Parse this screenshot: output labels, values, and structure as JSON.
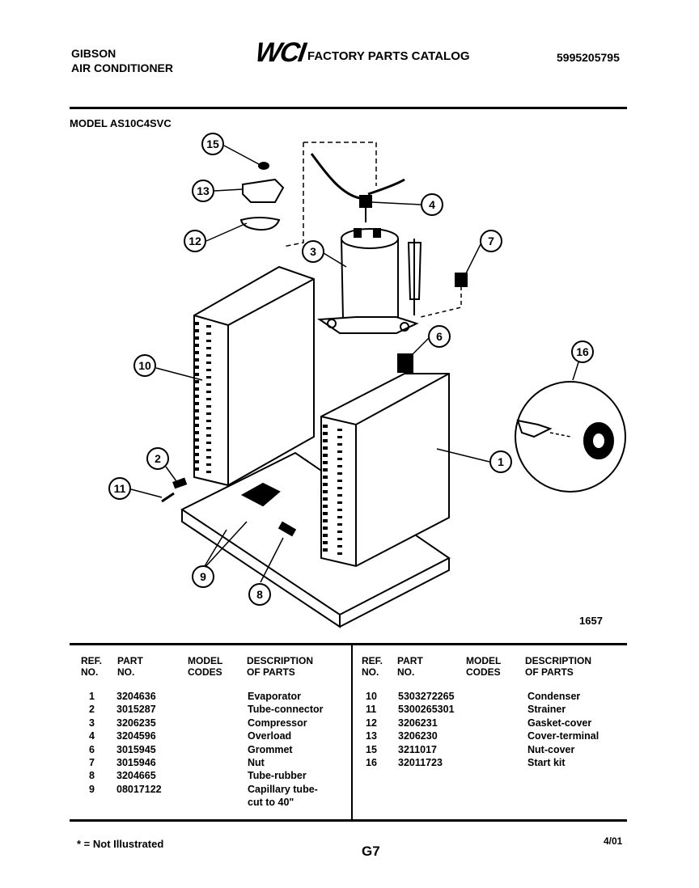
{
  "header": {
    "brand_line1": "GIBSON",
    "brand_line2": "AIR CONDITIONER",
    "logo": "WCI",
    "catalog_title": "FACTORY PARTS CATALOG",
    "catalog_number": "5995205795",
    "model": "MODEL AS10C4SVC"
  },
  "diagram": {
    "callouts": [
      "15",
      "13",
      "12",
      "4",
      "3",
      "7",
      "10",
      "6",
      "16",
      "2",
      "11",
      "1",
      "9",
      "8"
    ],
    "drawing_number": "1657"
  },
  "table": {
    "headers": {
      "ref_1": "REF.",
      "ref_2": "NO.",
      "part_1": "PART",
      "part_2": "NO.",
      "model_1": "MODEL",
      "model_2": "CODES",
      "desc_1": "DESCRIPTION",
      "desc_2": "OF PARTS"
    },
    "left_rows": [
      {
        "ref": "1",
        "part": "3204636",
        "desc": "Evaporator"
      },
      {
        "ref": "2",
        "part": "3015287",
        "desc": "Tube-connector"
      },
      {
        "ref": "3",
        "part": "3206235",
        "desc": "Compressor"
      },
      {
        "ref": "4",
        "part": "3204596",
        "desc": "Overload"
      },
      {
        "ref": "6",
        "part": "3015945",
        "desc": "Grommet"
      },
      {
        "ref": "7",
        "part": "3015946",
        "desc": "Nut"
      },
      {
        "ref": "8",
        "part": "3204665",
        "desc": "Tube-rubber"
      },
      {
        "ref": "9",
        "part": "08017122",
        "desc": "Capillary tube-"
      }
    ],
    "left_row_9_cont": "cut to 40\"",
    "right_rows": [
      {
        "ref": "10",
        "part": "5303272265",
        "desc": "Condenser"
      },
      {
        "ref": "11",
        "part": "5300265301",
        "desc": "Strainer"
      },
      {
        "ref": "12",
        "part": "3206231",
        "desc": "Gasket-cover"
      },
      {
        "ref": "13",
        "part": "3206230",
        "desc": "Cover-terminal"
      },
      {
        "ref": "15",
        "part": "3211017",
        "desc": "Nut-cover"
      },
      {
        "ref": "16",
        "part": "32011723",
        "desc": "Start kit"
      }
    ]
  },
  "footer": {
    "not_illustrated": "* = Not Illustrated",
    "page": "G7",
    "date": "4/01"
  }
}
